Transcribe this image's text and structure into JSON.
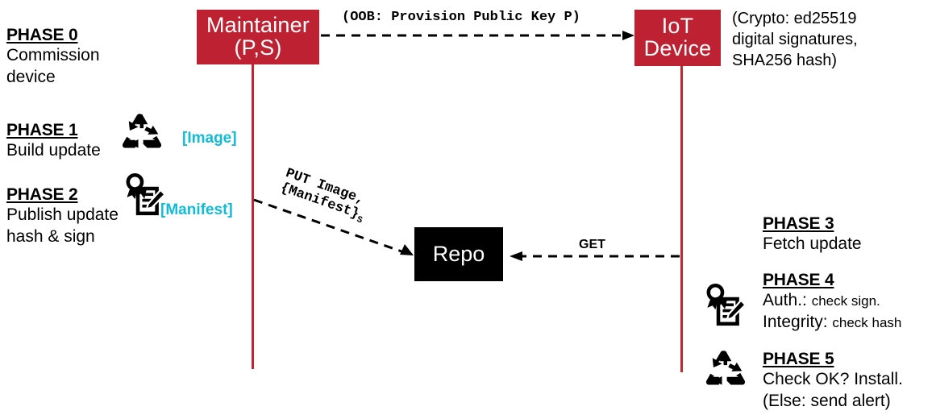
{
  "diagram": {
    "title": "IoT secure firmware update sequence",
    "colors": {
      "actor_red": "#be2232",
      "lifeline_red": "#c0272d",
      "repo_black": "#000000",
      "tag_cyan": "#11bcd8",
      "arrow_black": "#000000",
      "background": "#ffffff"
    }
  },
  "actors": [
    {
      "id": "maintainer",
      "line1": "Maintainer",
      "line2": "(P,S)"
    },
    {
      "id": "iot_device",
      "line1": "IoT",
      "line2": "Device"
    },
    {
      "id": "repo",
      "label": "Repo"
    }
  ],
  "notes": {
    "crypto": {
      "line1": "(Crypto: ed25519",
      "line2": "digital signatures,",
      "line3": "SHA256 hash)"
    }
  },
  "messages": [
    {
      "id": "oob",
      "label": "(OOB: Provision Public Key P)",
      "style": "dashed-arrow",
      "direction": "maintainer-to-device"
    },
    {
      "id": "put",
      "label_line1": "PUT Image,",
      "label_line2": "{Manifest}",
      "label_sub": "S",
      "style": "dashed-arrow",
      "direction": "maintainer-to-repo"
    },
    {
      "id": "get",
      "label": "GET",
      "style": "dashed-arrow",
      "direction": "device-to-repo"
    }
  ],
  "tags": [
    {
      "id": "image",
      "label": "[Image]"
    },
    {
      "id": "manifest",
      "label": "[Manifest]"
    }
  ],
  "phases": [
    {
      "id": "phase0",
      "title": "PHASE 0",
      "lines": [
        {
          "text": "Commission"
        },
        {
          "text": "device"
        }
      ],
      "icon": "none"
    },
    {
      "id": "phase1",
      "title": "PHASE 1",
      "lines": [
        {
          "text": "Build update"
        }
      ],
      "icon": "recycle-icon"
    },
    {
      "id": "phase2",
      "title": "PHASE 2",
      "lines": [
        {
          "text": "Publish update"
        },
        {
          "text": "hash & sign"
        }
      ],
      "icon": "signed-document-icon"
    },
    {
      "id": "phase3",
      "title": "PHASE 3",
      "lines": [
        {
          "text": "Fetch update"
        }
      ],
      "icon": "none"
    },
    {
      "id": "phase4",
      "title": "PHASE 4",
      "lines": [
        {
          "text": "Auth.: ",
          "small": "check sign."
        },
        {
          "text": "Integrity: ",
          "small": "check hash"
        }
      ],
      "icon": "signed-document-icon"
    },
    {
      "id": "phase5",
      "title": "PHASE 5",
      "lines": [
        {
          "text": "Check OK? Install."
        },
        {
          "text": "(Else: send alert)"
        }
      ],
      "icon": "recycle-icon"
    }
  ]
}
